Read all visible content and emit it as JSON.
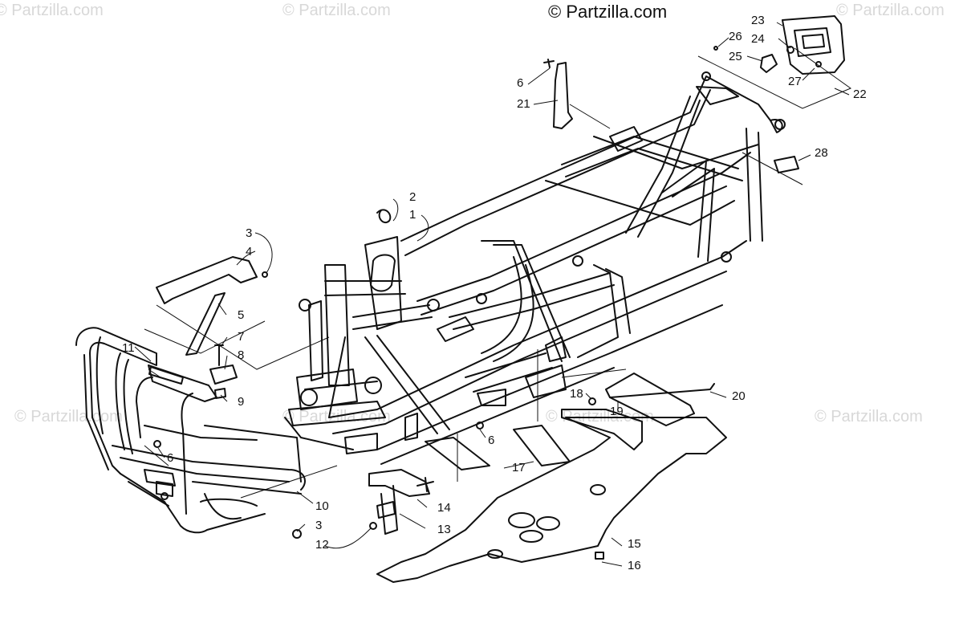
{
  "copyright": "© Partzilla.com",
  "watermarks": [
    "© Partzilla.com",
    "© Partzilla.com",
    "© Partzilla.com",
    "© Partzilla.com",
    "© Partzilla.com",
    "© Partzilla.com",
    "© Partzilla.com"
  ],
  "callouts": [
    "1",
    "2",
    "3",
    "4",
    "5",
    "6",
    "7",
    "8",
    "9",
    "10",
    "11",
    "3",
    "12",
    "13",
    "14",
    "6",
    "17",
    "15",
    "16",
    "18",
    "19",
    "20",
    "6",
    "21",
    "22",
    "23",
    "24",
    "25",
    "26",
    "27",
    "28"
  ]
}
